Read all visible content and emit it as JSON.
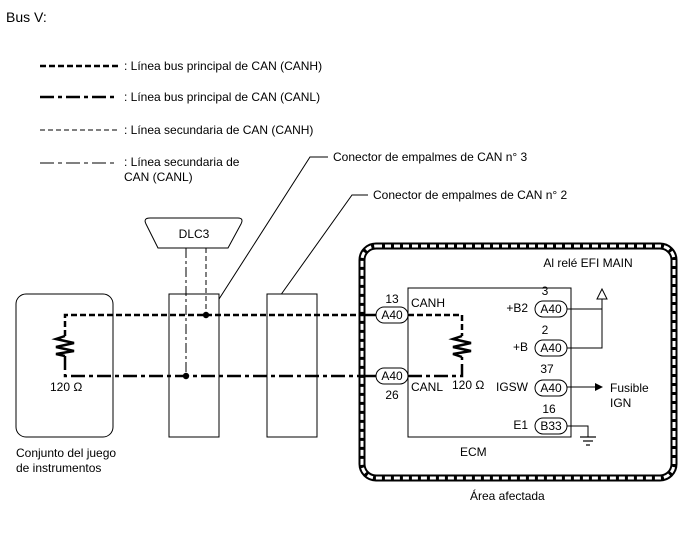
{
  "title": "Bus V:",
  "legend": [
    {
      "label": ": Línea bus principal de CAN (CANH)"
    },
    {
      "label": ": Línea bus principal de CAN (CANL)"
    },
    {
      "label": ": Línea secundaria de CAN (CANH)"
    },
    {
      "label_line1": ": Línea secundaria de",
      "label_line2": "CAN (CANL)"
    }
  ],
  "callouts": {
    "junction3": "Conector de empalmes de CAN n° 3",
    "junction2": "Conector de empalmes de CAN n° 2"
  },
  "dlc": {
    "label": "DLC3"
  },
  "instrument_cluster": {
    "resistor_label": "120 Ω",
    "caption_line1": "Conjunto del juego",
    "caption_line2": "de instrumentos"
  },
  "ecm": {
    "label": "ECM",
    "canh_label": "CANH",
    "canl_label": "CANL",
    "resistor_label": "120 Ω",
    "pins": {
      "canh": {
        "connector": "A40",
        "number": "13"
      },
      "canl": {
        "connector": "A40",
        "number": "26"
      },
      "b2": {
        "label": "+B2",
        "connector": "A40",
        "number": "3"
      },
      "b": {
        "label": "+B",
        "connector": "A40",
        "number": "2"
      },
      "igsw": {
        "label": "IGSW",
        "connector": "A40",
        "number": "37"
      },
      "e1": {
        "label": "E1",
        "connector": "B33",
        "number": "16"
      }
    }
  },
  "relay_label": "Al relé EFI MAIN",
  "fuse_label_line1": "Fusible",
  "fuse_label_line2": "IGN",
  "area_label": "Área afectada"
}
